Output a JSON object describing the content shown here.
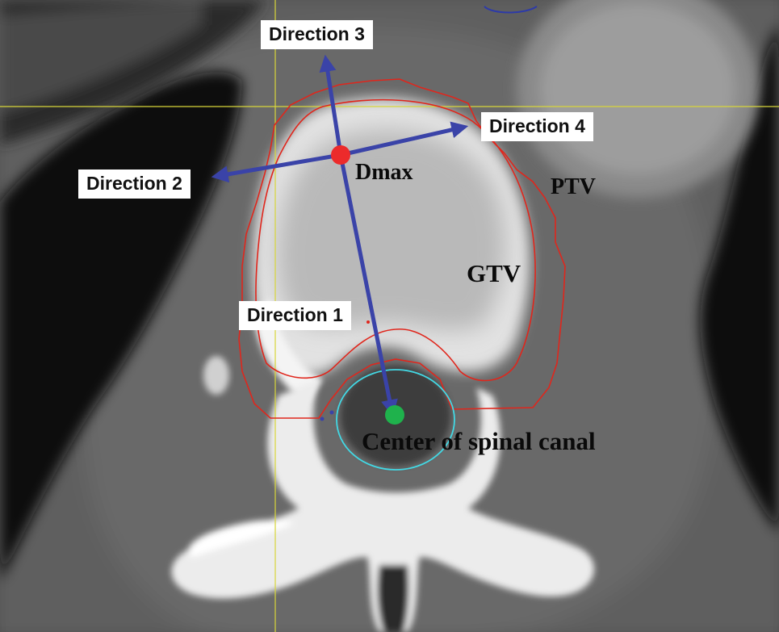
{
  "annotations": {
    "direction_1": "Direction 1",
    "direction_2": "Direction 2",
    "direction_3": "Direction 3",
    "direction_4": "Direction 4",
    "dmax": "Dmax",
    "gtv": "GTV",
    "ptv": "PTV",
    "spinal_center": "Center of spinal canal"
  },
  "colors": {
    "arrow": "#3a43a8",
    "contour_red": "#e0261c",
    "canal_cyan": "#42d8e4",
    "dmax_point": "#ec2b2b",
    "center_point": "#1fb24c",
    "crosshair": "#d8d63a"
  }
}
